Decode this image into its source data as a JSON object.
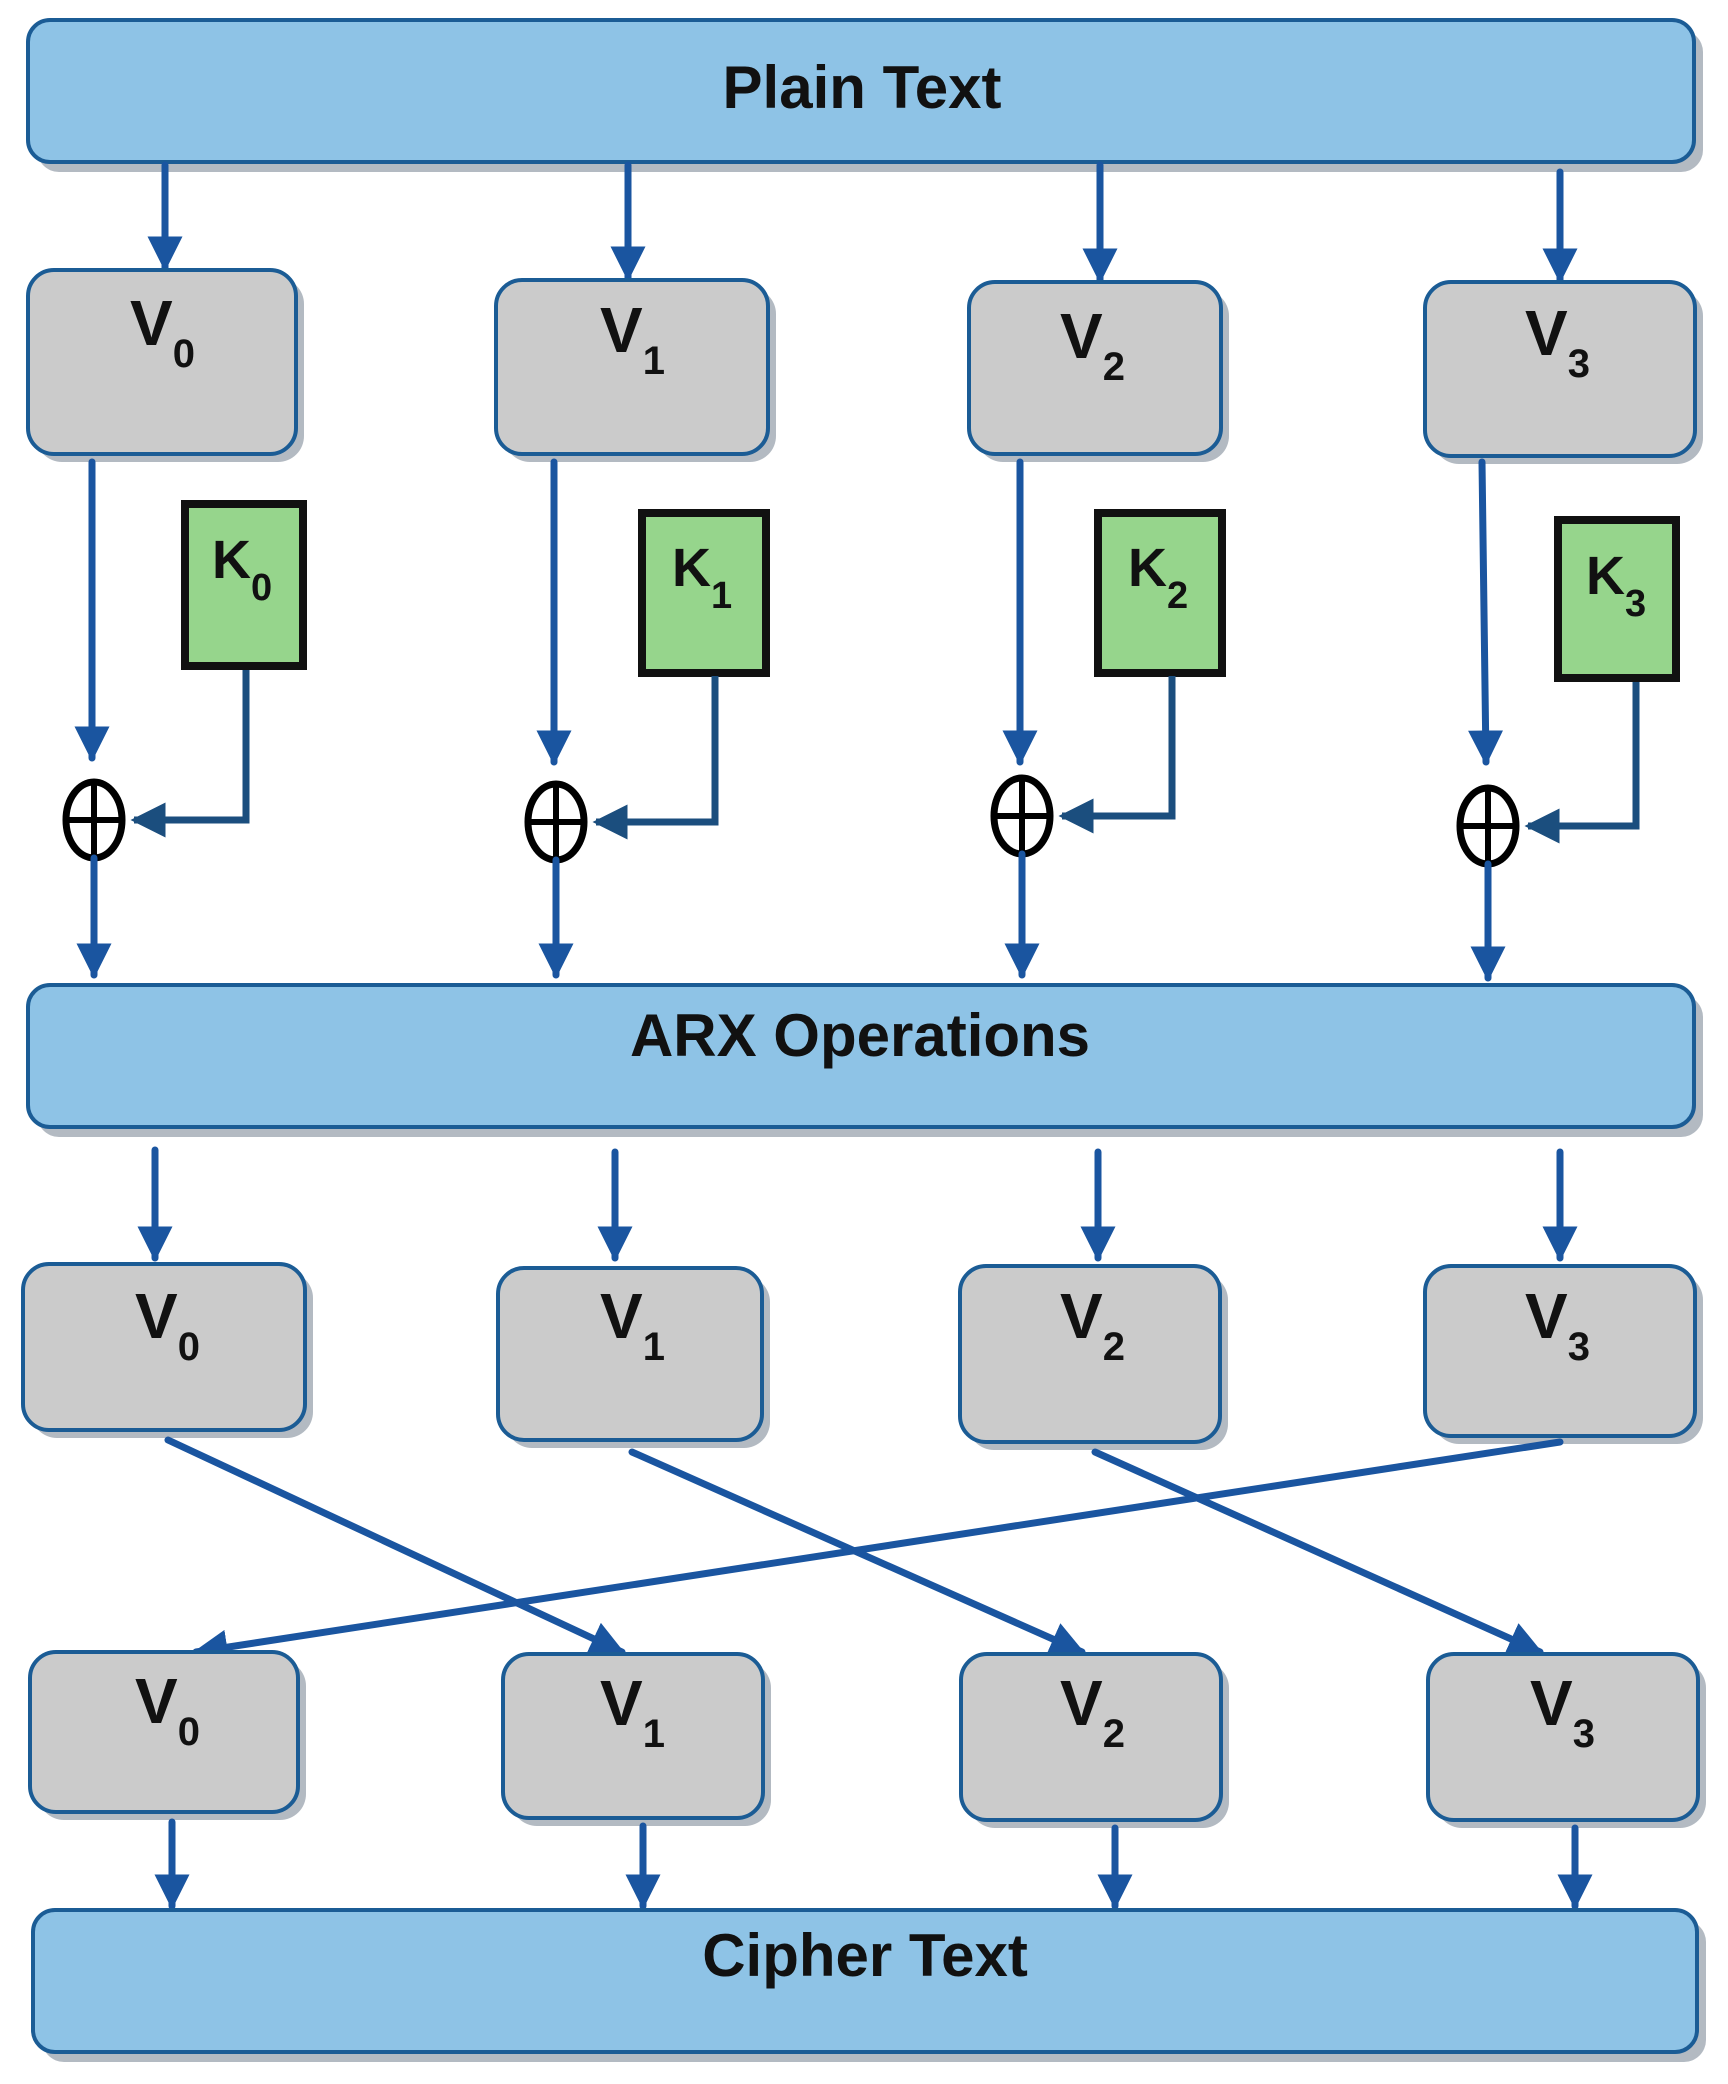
{
  "plain_text": "Plain Text",
  "arx_operations": "ARX Operations",
  "cipher_text": "Cipher Text",
  "v_label": "V",
  "k_label": "K",
  "words": [
    {
      "index": "0",
      "key": "0"
    },
    {
      "index": "1",
      "key": "1"
    },
    {
      "index": "2",
      "key": "2"
    },
    {
      "index": "3",
      "key": "3"
    }
  ],
  "permutation": [
    {
      "from": "V0",
      "to": "V1"
    },
    {
      "from": "V1",
      "to": "V2"
    },
    {
      "from": "V2",
      "to": "V3"
    },
    {
      "from": "V3",
      "to": "V0"
    }
  ],
  "xor_symbol": "⊕",
  "colors": {
    "bar_fill": "#8ec3e6",
    "word_fill": "#cbcbcb",
    "key_fill": "#96d58c",
    "border": "#1b5c95",
    "arrow": "#1a55a0"
  }
}
